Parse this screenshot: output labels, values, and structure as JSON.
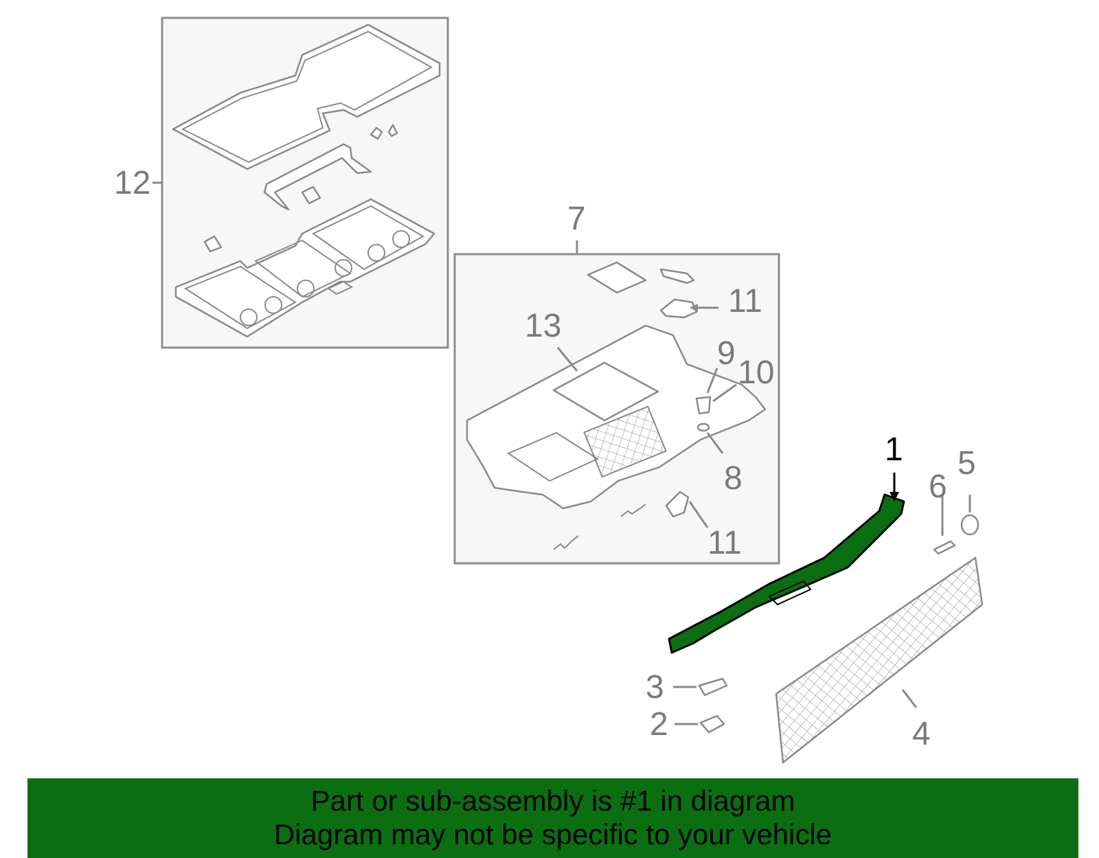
{
  "callouts": {
    "c1": "1",
    "c2": "2",
    "c3": "3",
    "c4": "4",
    "c5": "5",
    "c6": "6",
    "c7": "7",
    "c8": "8",
    "c9": "9",
    "c10": "10",
    "c11a": "11",
    "c11b": "11",
    "c12": "12",
    "c13": "13"
  },
  "banner": {
    "line1": "Part or sub-assembly is #1 in diagram",
    "line2": "Diagram may not be specific to your vehicle"
  },
  "colors": {
    "highlight": "#0b6f12",
    "lineart": "#8a8a8a"
  }
}
